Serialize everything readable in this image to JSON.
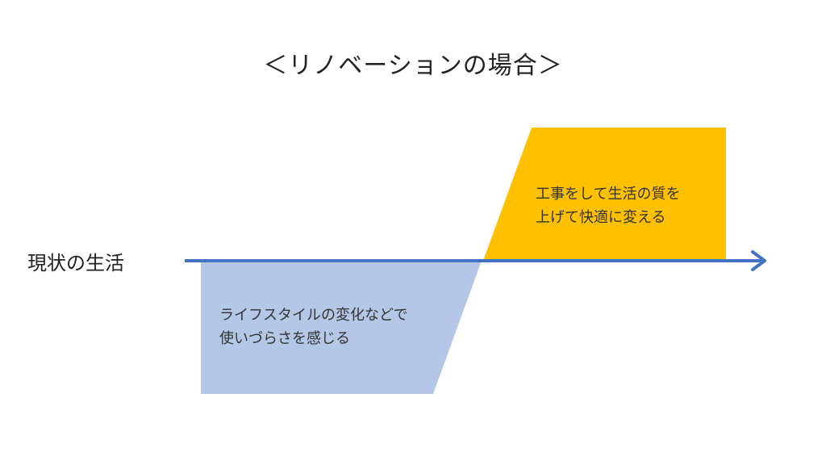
{
  "title": "＜リノベーションの場合＞",
  "axis_label": "現状の生活",
  "after_box": {
    "lines": [
      "工事をして生活の質を",
      "上げて快適に変える"
    ]
  },
  "before_box": {
    "lines": [
      "ライフスタイルの変化などで",
      "使いづらさを感じる"
    ]
  },
  "colors": {
    "arrow": "#4472C4",
    "after_fill": "#FFC000",
    "before_fill": "#B4C7E7",
    "text": "#333333"
  }
}
